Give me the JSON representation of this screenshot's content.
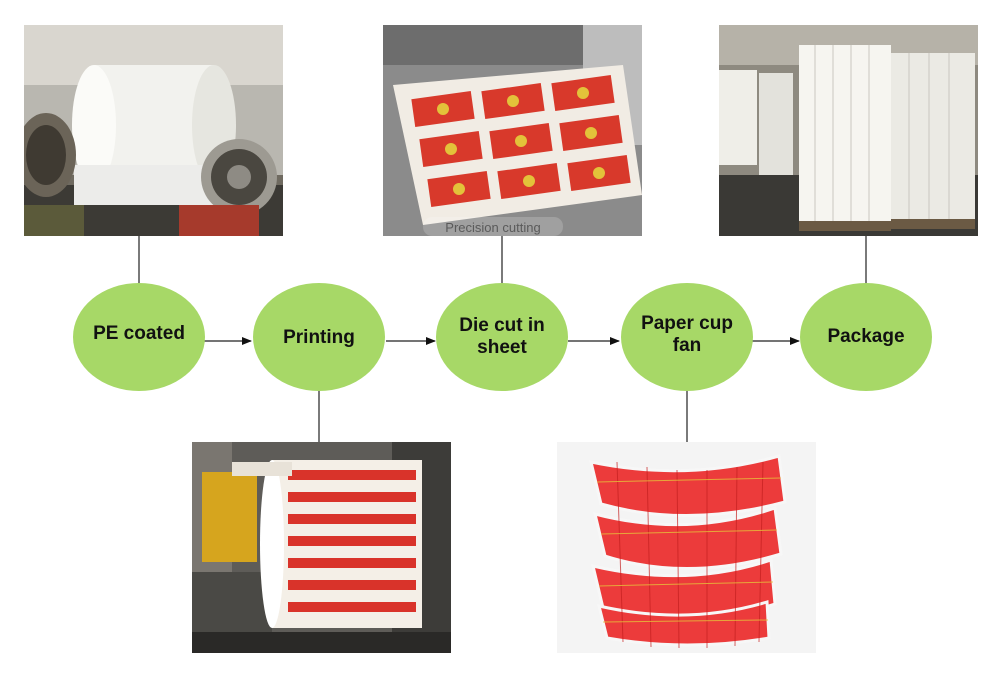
{
  "colors": {
    "node_fill": "#a7d867",
    "connector": "#222222",
    "arrow": "#111111",
    "cup_print": "#ec3b3b"
  },
  "steps": [
    {
      "label": "PE coated",
      "photo": "pe-coated-paper-roll-photo"
    },
    {
      "label": "Printing",
      "photo": "printed-paper-roll-photo"
    },
    {
      "label": "Die cut in sheet",
      "photo": "die-cut-sheets-photo",
      "photo_caption": "Precision cutting"
    },
    {
      "label": "Paper cup fan",
      "photo": "paper-cup-fans-photo"
    },
    {
      "label": "Package",
      "photo": "packaged-pallets-photo"
    }
  ]
}
